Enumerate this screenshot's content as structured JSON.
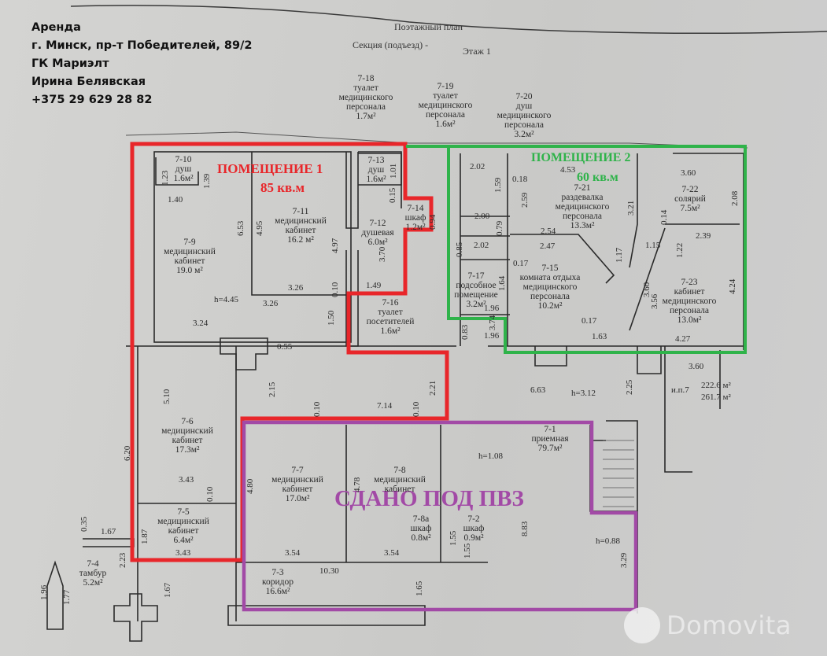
{
  "contact": {
    "line1": "Аренда",
    "line2": "г. Минск, пр-т Победителей, 89/2",
    "line3": "ГК Мариэлт",
    "line4": "Ирина Белявская",
    "line5": "+375 29 629 28 82"
  },
  "plan_header": {
    "title": "Поэтажный план",
    "section": "Секция (подъезд) -",
    "floor": "Этаж 1"
  },
  "zones": {
    "zone1": {
      "title": "ПОМЕЩЕНИЕ 1",
      "area": "85 кв.м",
      "color": "#e8262a"
    },
    "zone2": {
      "title": "ПОМЕЩЕНИЕ 2",
      "area": "60 кв.м",
      "color": "#2fb34a"
    },
    "zone3": {
      "title": "СДАНО ПОД ПВЗ",
      "color": "#a24aa6"
    }
  },
  "rooms": {
    "r7_18": {
      "num": "7-18",
      "name1": "туалет",
      "name2": "медицинского",
      "name3": "персонала",
      "area": "1.7м²"
    },
    "r7_19": {
      "num": "7-19",
      "name1": "туалет",
      "name2": "медицинского",
      "name3": "персонала",
      "area": "1.6м²"
    },
    "r7_20": {
      "num": "7-20",
      "name1": "душ",
      "name2": "медицинского",
      "name3": "персонала",
      "area": "3.2м²"
    },
    "r7_10": {
      "num": "7-10",
      "name1": "душ",
      "area": "1.6м²"
    },
    "r7_9": {
      "num": "7-9",
      "name1": "медицинский",
      "name2": "кабинет",
      "area": "19.0 м²"
    },
    "r7_11": {
      "num": "7-11",
      "name1": "медицинский",
      "name2": "кабинет",
      "area": "16.2 м²"
    },
    "r7_13": {
      "num": "7-13",
      "name1": "душ",
      "area": "1.6м²"
    },
    "r7_12": {
      "num": "7-12",
      "name1": "душевая",
      "area": "6.0м²"
    },
    "r7_14": {
      "num": "7-14",
      "name1": "шкаф",
      "area": "1.2м²"
    },
    "r7_16": {
      "num": "7-16",
      "name1": "туалет",
      "name2": "посетителей",
      "area": "1.6м²"
    },
    "r7_21": {
      "num": "7-21",
      "name1": "раздевалка",
      "name2": "медицинского",
      "name3": "персонала",
      "area": "13.3м²"
    },
    "r7_22": {
      "num": "7-22",
      "name1": "солярий",
      "area": "7.5м²"
    },
    "r7_17": {
      "num": "7-17",
      "name1": "подсобное",
      "name2": "помещение",
      "area": "3.2м²"
    },
    "r7_15": {
      "num": "7-15",
      "name1": "комната отдыха",
      "name2": "медицинского",
      "name3": "персонала",
      "area": "10.2м²"
    },
    "r7_23": {
      "num": "7-23",
      "name1": "кабинет",
      "name2": "медицинского",
      "name3": "персонала",
      "area": "13.0м²"
    },
    "r7_6": {
      "num": "7-6",
      "name1": "медицинский",
      "name2": "кабинет",
      "area": "17.3м²"
    },
    "r7_5": {
      "num": "7-5",
      "name1": "медицинский",
      "name2": "кабинет",
      "area": "6.4м²"
    },
    "r7_7": {
      "num": "7-7",
      "name1": "медицинский",
      "name2": "кабинет",
      "area": "17.0м²"
    },
    "r7_8": {
      "num": "7-8",
      "name1": "медицинский",
      "name2": "кабинет"
    },
    "r7_8a": {
      "num": "7-8а",
      "name1": "шкаф",
      "area": "0.8м²"
    },
    "r7_2": {
      "num": "7-2",
      "name1": "шкаф",
      "area": "0.9м²"
    },
    "r7_1": {
      "num": "7-1",
      "name1": "приемная",
      "area": "79.7м²"
    },
    "r7_4": {
      "num": "7-4",
      "name1": "тамбур",
      "area": "5.2м²"
    },
    "r7_3": {
      "num": "7-3",
      "name1": "коридор",
      "area": "16.6м²"
    }
  },
  "summary": {
    "label": "и.п.7",
    "area1": "222.6 м²",
    "area2": "261.7 м²"
  },
  "heights": {
    "h1": "h=4.45",
    "h2": "h=3.12",
    "h3": "h=1.08",
    "h4": "h=0.88"
  },
  "dims": {
    "d1": "1.23",
    "d2": "1.39",
    "d3": "1.40",
    "d4": "6.53",
    "d5": "4.95",
    "d6": "4.97",
    "d7": "1.01",
    "d8": "0.15",
    "d9": "0.94",
    "d10": "3.70",
    "d11": "1.49",
    "d12": "3.26",
    "d13": "3.26",
    "d14": "0.10",
    "d15": "3.24",
    "d16": "1.50",
    "d17": "0.55",
    "d18": "2.02",
    "d19": "1.59",
    "d20": "0.18",
    "d21": "2.59",
    "d22": "4.53",
    "d23": "3.21",
    "d24": "3.60",
    "d25": "2.08",
    "d26": "0.14",
    "d27": "2.00",
    "d28": "0.79",
    "d29": "2.54",
    "d30": "0.85",
    "d31": "2.02",
    "d32": "2.47",
    "d33": "1.17",
    "d34": "1.15",
    "d35": "1.22",
    "d36": "2.39",
    "d37": "0.17",
    "d38": "1.64",
    "d39": "3.60",
    "d40": "3.56",
    "d41": "4.24",
    "d42": "1.96",
    "d43": "3.74",
    "d44": "0.17",
    "d45": "1.63",
    "d46": "4.27",
    "d47": "0.83",
    "d48": "1.96",
    "d49": "3.60",
    "d50": "6.63",
    "d51": "2.25",
    "d52": "5.10",
    "d53": "2.15",
    "d54": "2.21",
    "d55": "0.10",
    "d56": "7.14",
    "d57": "0.10",
    "d58": "6.20",
    "d59": "3.43",
    "d60": "0.10",
    "d61": "4.80",
    "d62": "4.78",
    "d63": "1.55",
    "d64": "1.55",
    "d65": "8.83",
    "d66": "0.35",
    "d67": "1.67",
    "d68": "1.87",
    "d69": "3.43",
    "d70": "3.54",
    "d71": "3.54",
    "d72": "2.23",
    "d73": "10.30",
    "d74": "1.67",
    "d75": "1.65",
    "d76": "3.29",
    "d77": "1.96",
    "d78": "1.77"
  },
  "watermark": {
    "text": "Domovita"
  }
}
